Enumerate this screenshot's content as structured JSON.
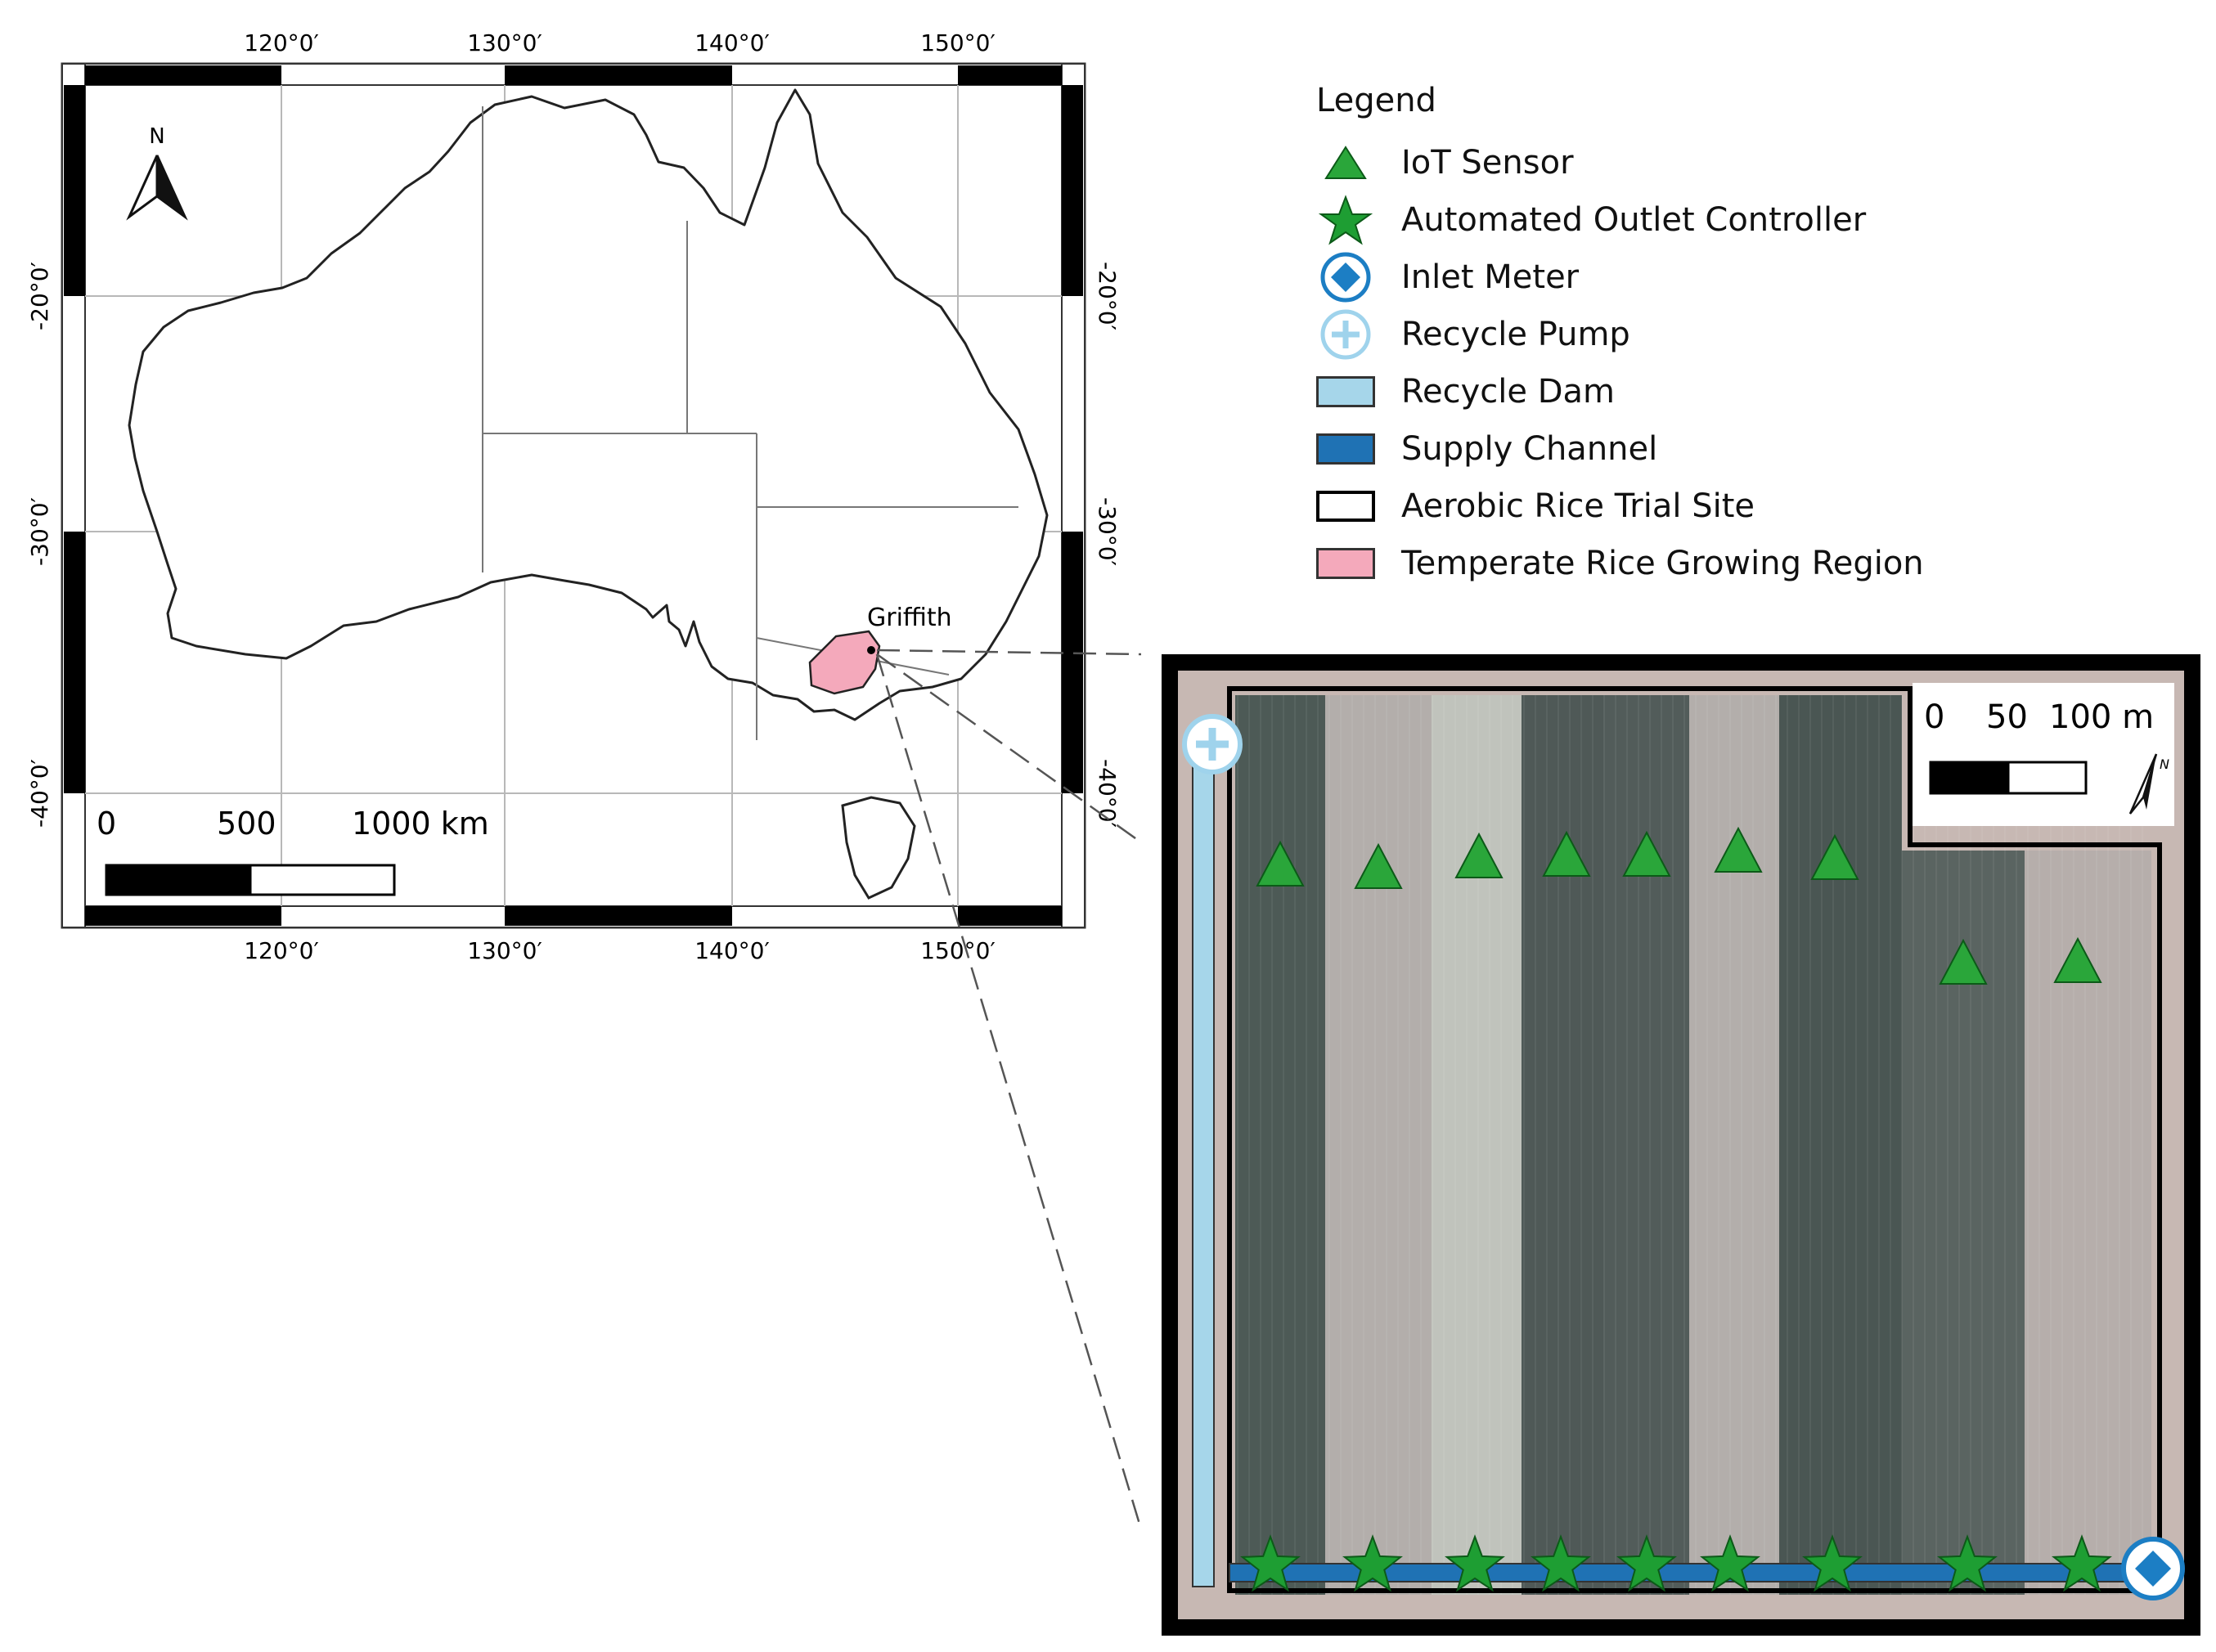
{
  "overview_map": {
    "longitude_labels": [
      "120°0′",
      "130°0′",
      "140°0′",
      "150°0′"
    ],
    "latitude_labels": [
      "-20°0′",
      "-30°0′",
      "-40°0′"
    ],
    "north_arrow_label": "N",
    "scale_bar": {
      "labels": [
        "0",
        "500",
        "1000 km"
      ]
    },
    "place_label": "Griffith"
  },
  "legend": {
    "title": "Legend",
    "items": [
      {
        "label": "IoT Sensor",
        "symbol": "triangle-icon",
        "color": "#2aa63a"
      },
      {
        "label": "Automated Outlet Controller",
        "symbol": "star-icon",
        "color": "#1e9e33"
      },
      {
        "label": "Inlet Meter",
        "symbol": "diamond-circle-icon",
        "color": "#1c7ec4"
      },
      {
        "label": "Recycle Pump",
        "symbol": "plus-circle-icon",
        "color": "#9fd3ec"
      },
      {
        "label": "Recycle Dam",
        "symbol": "box",
        "color": "#a6d6ea"
      },
      {
        "label": "Supply Channel",
        "symbol": "box",
        "color": "#1f72b4"
      },
      {
        "label": "Aerobic Rice Trial Site",
        "symbol": "box",
        "color": "#ffffff"
      },
      {
        "label": "Temperate Rice Growing Region",
        "symbol": "box",
        "color": "#f4a9bb"
      }
    ]
  },
  "inset_map": {
    "scale_bar": {
      "labels": [
        "0",
        "50",
        "100 m"
      ]
    },
    "north_arrow_label": "N"
  },
  "colors": {
    "sensor": "#2aa63a",
    "controller": "#1e9e33",
    "supply_channel": "#1f72b4",
    "recycle_dam": "#a6d6ea",
    "rice_region": "#f4a9bb",
    "field_dark": "#4d5a56",
    "field_light": "#b3aeab"
  }
}
